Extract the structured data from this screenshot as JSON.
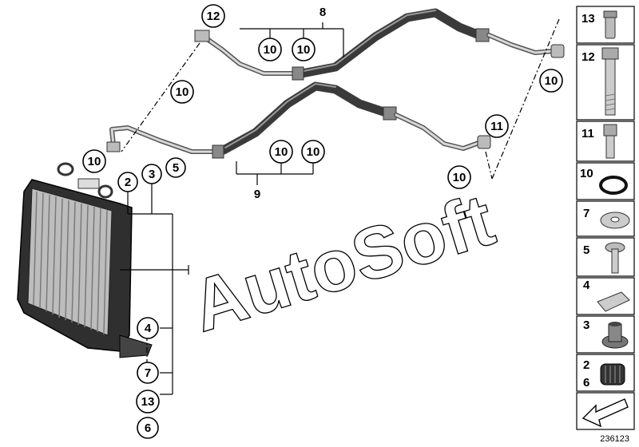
{
  "diagram": {
    "callouts": {
      "c12_top": "12",
      "c8": "8",
      "c10_a": "10",
      "c10_b": "10",
      "c10_c": "10",
      "c10_d": "10",
      "c10_e": "10",
      "c10_f": "10",
      "c10_g": "10",
      "c11": "11",
      "c10_h": "10",
      "c9": "9",
      "c2": "2",
      "c3": "3",
      "c5": "5",
      "c4": "4",
      "c7": "7",
      "c13": "13",
      "c6": "6"
    },
    "watermark": "AutoSoft",
    "doc_number": "236123"
  },
  "legend": [
    {
      "label": "13",
      "icon": "pin-icon"
    },
    {
      "label": "12",
      "icon": "long-bolt-icon"
    },
    {
      "label": "11",
      "icon": "short-bolt-icon"
    },
    {
      "label": "10",
      "icon": "o-ring-icon"
    },
    {
      "label": "7",
      "icon": "washer-icon"
    },
    {
      "label": "5",
      "icon": "screw-with-washer-icon"
    },
    {
      "label": "4",
      "icon": "spring-nut-icon"
    },
    {
      "label": "3",
      "icon": "rubber-mount-icon"
    },
    {
      "label": "2",
      "label2": "6",
      "icon": "grommet-icon"
    },
    {
      "label": "",
      "icon": "arrow-icon"
    }
  ]
}
